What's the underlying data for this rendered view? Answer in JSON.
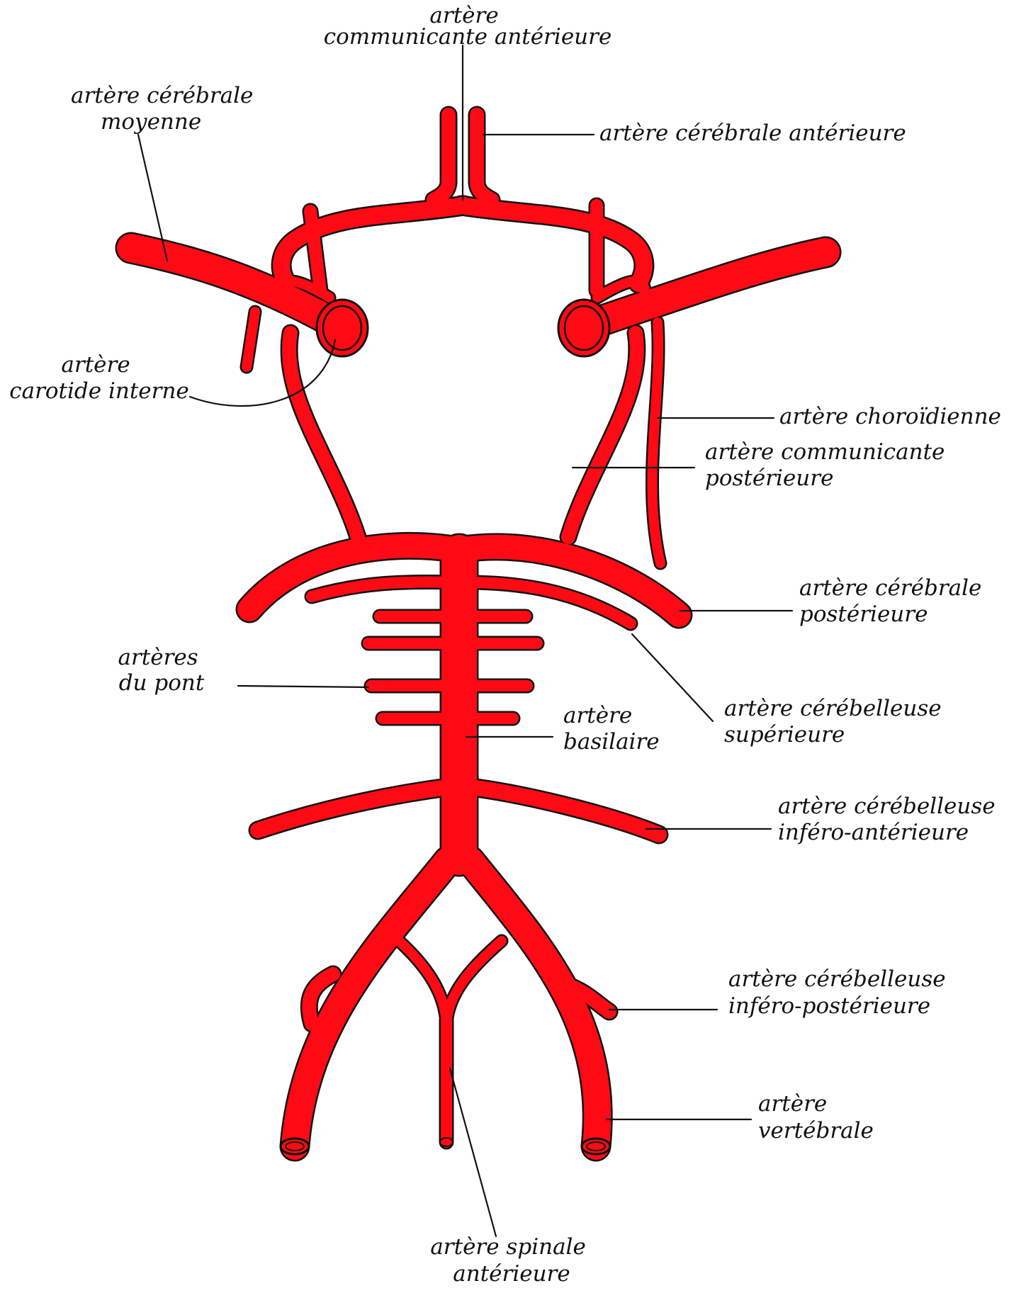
{
  "colors": {
    "vessel": "#ff0a14",
    "outline": "#111111",
    "background": "#ffffff"
  },
  "labels": {
    "acom": [
      "artère",
      "communicante antérieure"
    ],
    "aca": [
      "artère cérébrale antérieure"
    ],
    "mca": [
      "artère cérébrale",
      "moyenne"
    ],
    "ica": [
      "artère",
      "carotide interne"
    ],
    "choroid": [
      "artère choroïdienne"
    ],
    "pcom": [
      "artère communicante",
      "postérieure"
    ],
    "pca": [
      "artère cérébrale",
      "postérieure"
    ],
    "pontine": [
      "artères",
      "du pont"
    ],
    "basilar": [
      "artère",
      "basilaire"
    ],
    "sca": [
      "artère cérébelleuse",
      "supérieure"
    ],
    "aica": [
      "artère cérébelleuse",
      "inféro-antérieure"
    ],
    "pica": [
      "artère cérébelleuse",
      "inféro-postérieure"
    ],
    "vertebral": [
      "artère",
      "vertébrale"
    ],
    "spinal": [
      "artère spinale",
      "antérieure"
    ]
  }
}
